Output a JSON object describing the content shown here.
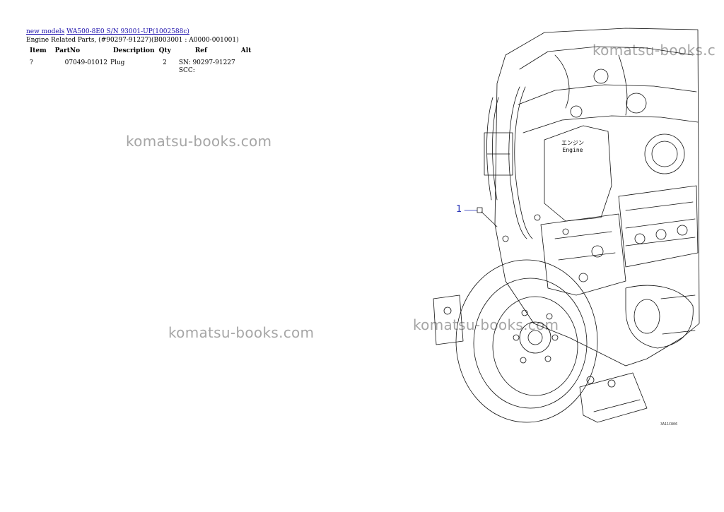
{
  "breadcrumb": {
    "root_link": "new models",
    "model_link": "WA500-8E0 S/N 93001-UP(1002588c)"
  },
  "page_subtitle": "Engine Related Parts, (#90297-91227)(B003001 : A0000-001001)",
  "table": {
    "headers": {
      "item": "Item",
      "partno": "PartNo",
      "description": "Description",
      "qty": "Qty",
      "ref": "Ref",
      "alt": "Alt"
    },
    "rows": [
      {
        "item": "?",
        "partno": "07049-01012",
        "description": "Plug",
        "qty": "2",
        "ref_line1": "SN: 90297-91227",
        "ref_line2": "SCC:",
        "alt": ""
      }
    ]
  },
  "watermarks": [
    "komatsu-books.com",
    "komatsu-books.com",
    "komatsu-books.com",
    "komatsu-books.c"
  ],
  "drawing": {
    "callout_number": "1",
    "engine_label_jp": "エンジン",
    "engine_label_en": "Engine",
    "drawing_code": "3A11C806"
  }
}
